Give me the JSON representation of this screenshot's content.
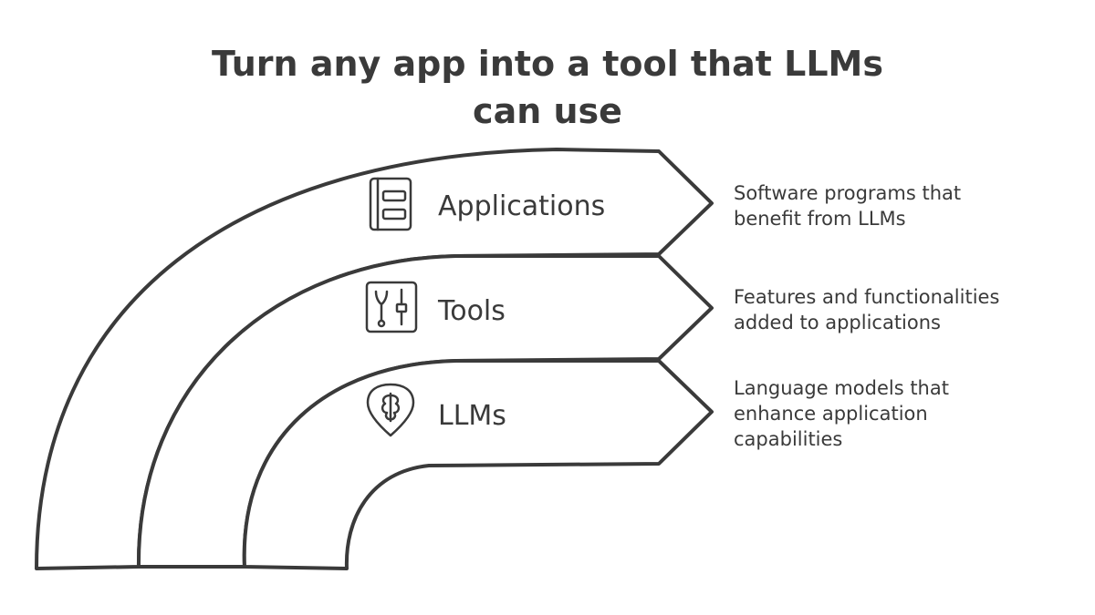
{
  "title": [
    "Turn any app into a tool that LLMs",
    "can use"
  ],
  "layers": [
    {
      "label": "Applications",
      "icon": "file-cabinet-icon",
      "description": [
        "Software programs that",
        "benefit from LLMs"
      ]
    },
    {
      "label": "Tools",
      "icon": "wrench-screwdriver-icon",
      "description": [
        "Features and functionalities",
        "added to applications"
      ]
    },
    {
      "label": "LLMs",
      "icon": "brain-pin-icon",
      "description": [
        "Language models that",
        "enhance application",
        "capabilities"
      ]
    }
  ],
  "colors": {
    "stroke": "#3a3a3a",
    "fill": "#ffffff",
    "text": "#3a3a3a"
  }
}
